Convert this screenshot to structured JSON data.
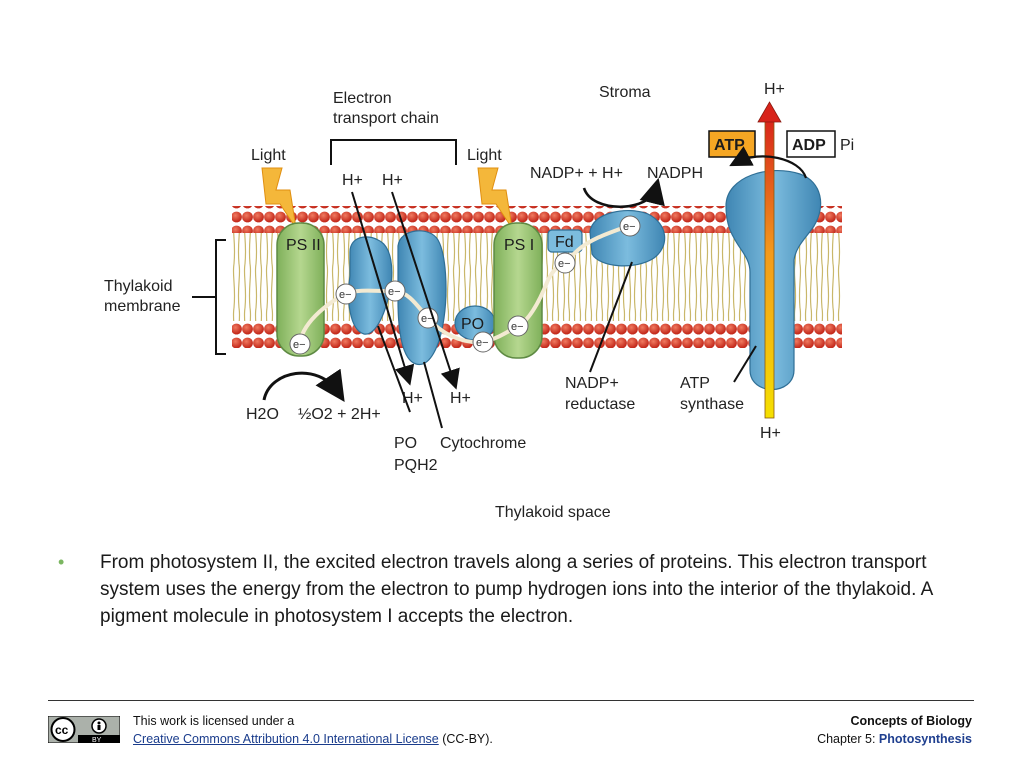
{
  "diagram": {
    "region_stroma": "Stroma",
    "region_thylakoid_space": "Thylakoid space",
    "etc_label_line1": "Electron",
    "etc_label_line2": "transport chain",
    "light_left": "Light",
    "light_right": "Light",
    "membrane_line1": "Thylakoid",
    "membrane_line2": "membrane",
    "ps2": "PS II",
    "ps1": "PS I",
    "fd": "Fd",
    "po_inner": "PO",
    "electron": "e−",
    "h_plus": "H+",
    "water": "H2O",
    "oxygen_eq": "½O2 + 2H+",
    "nadp_eq": "NADP+ + H+",
    "nadph": "NADPH",
    "atp": "ATP",
    "adp": "ADP",
    "pi": "Pi",
    "nadp_reductase_line1": "NADP+",
    "nadp_reductase_line2": "reductase",
    "atp_synthase_line1": "ATP",
    "atp_synthase_line2": "synthase",
    "po_label": "PO",
    "pqh2_label": "PQH2",
    "cytochrome_label": "Cytochrome",
    "colors": {
      "psii_fill": "#9cc47a",
      "protein_blue": "#5ea3c9",
      "head_red": "#d9382a",
      "atp_orange": "#f5a623",
      "lightning": "#f4b73a"
    }
  },
  "bullet": {
    "text": "From photosystem II, the excited electron travels along a series of proteins. This electron transport system uses the energy from the electron to pump hydrogen ions into the interior of the thylakoid. A pigment molecule in photosystem I accepts the electron."
  },
  "footer": {
    "cc_text": "cc",
    "by_text": "BY",
    "license_prefix": "This work is licensed under a",
    "license_link": "Creative Commons Attribution 4.0 International License",
    "license_suffix": "(CC-BY).",
    "book_title": "Concepts of Biology",
    "chapter_prefix": "Chapter 5:",
    "chapter_name": "Photosynthesis"
  }
}
